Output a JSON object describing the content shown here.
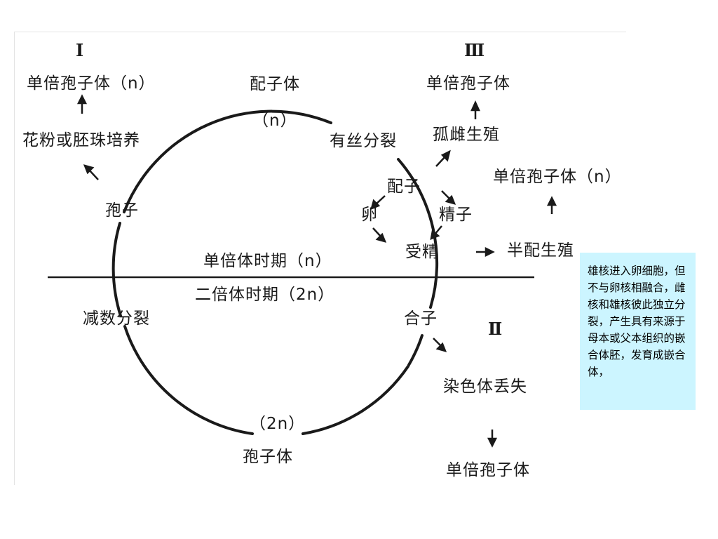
{
  "labels": {
    "roman_1": "Ⅰ",
    "roman_2": "Ⅱ",
    "roman_3": "Ⅲ",
    "haploid_sporophyte_n_left": "单倍孢子体（n）",
    "pollen_culture": "花粉或胚珠培养",
    "spore": "孢子",
    "gametophyte": "配子体",
    "n_top": "（n）",
    "mitosis": "有丝分裂",
    "gamete": "配子",
    "egg": "卵",
    "sperm": "精子",
    "fertilization": "受精",
    "haploid_period": "单倍体时期（n）",
    "diploid_period": "二倍体时期（2n）",
    "meiosis": "减数分裂",
    "zygote": "合子",
    "twon_bottom": "（2n）",
    "sporophyte": "孢子体",
    "haploid_sporophyte_top_right": "单倍孢子体",
    "parthenogenesis": "孤雌生殖",
    "haploid_sporophyte_n_right": "单倍孢子体（n）",
    "semigamy": "半配生殖",
    "chromosome_loss": "染色体丢失",
    "haploid_sporophyte_bottom": "单倍孢子体"
  },
  "note": "雄核进入卵细胞，但不与卵核相融合，雌核和雄核彼此独立分裂，产生具有来源于母本或父本组织的嵌合体胚，发育成嵌合体，",
  "colors": {
    "ink": "#1a1a1a",
    "note_bg": "#ccf5ff",
    "panel_border": "#e3e3e3"
  }
}
